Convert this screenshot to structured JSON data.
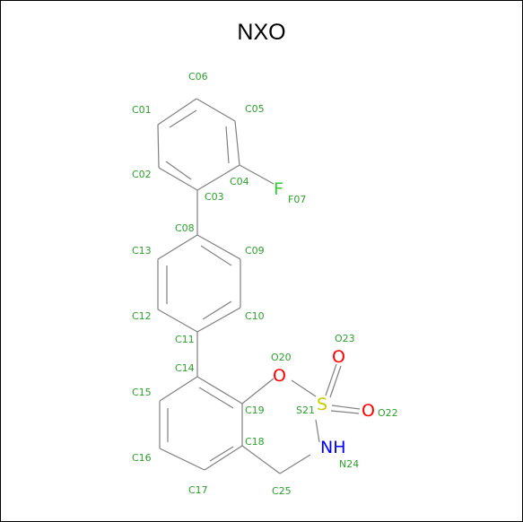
{
  "title": "NXO",
  "colors": {
    "bond": "#808080",
    "carbon_label": "#2ca02c",
    "fluorine": "#33cc33",
    "oxygen": "#ff0000",
    "sulfur": "#cccc00",
    "nitrogen": "#0000ff"
  },
  "atoms": [
    {
      "name": "C01"
    },
    {
      "name": "C02"
    },
    {
      "name": "C03"
    },
    {
      "name": "C04"
    },
    {
      "name": "C05"
    },
    {
      "name": "C06"
    },
    {
      "name": "F07",
      "symbol": "F"
    },
    {
      "name": "C08"
    },
    {
      "name": "C09"
    },
    {
      "name": "C10"
    },
    {
      "name": "C11"
    },
    {
      "name": "C12"
    },
    {
      "name": "C13"
    },
    {
      "name": "C14"
    },
    {
      "name": "C15"
    },
    {
      "name": "C16"
    },
    {
      "name": "C17"
    },
    {
      "name": "C18"
    },
    {
      "name": "C19"
    },
    {
      "name": "O20",
      "symbol": "O"
    },
    {
      "name": "S21",
      "symbol": "S"
    },
    {
      "name": "O22",
      "symbol": "O"
    },
    {
      "name": "O23",
      "symbol": "O"
    },
    {
      "name": "N24",
      "symbol": "NH"
    },
    {
      "name": "C25"
    }
  ]
}
